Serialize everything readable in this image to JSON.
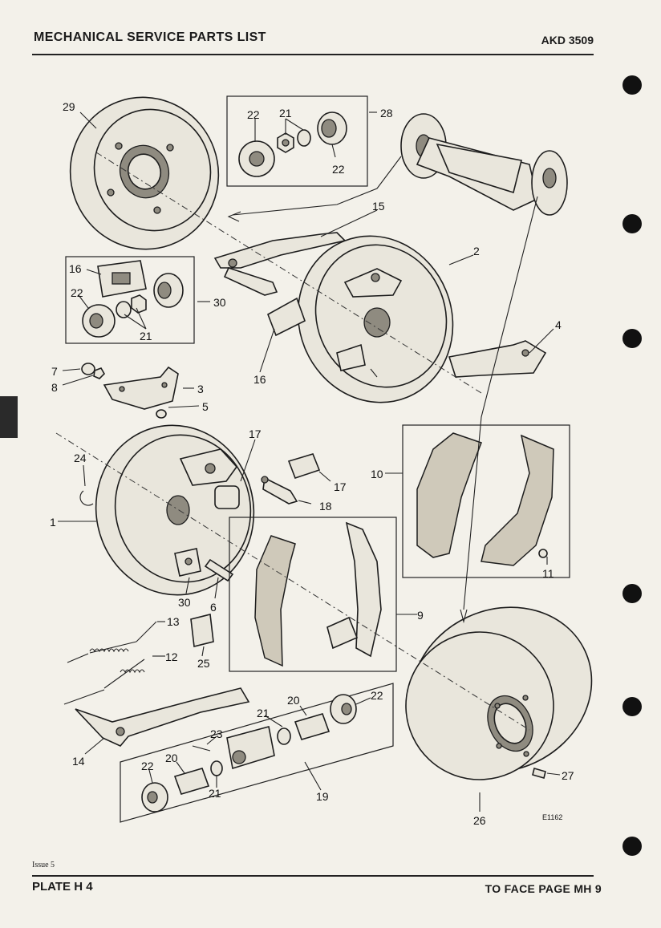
{
  "header": {
    "title": "MECHANICAL SERVICE PARTS LIST",
    "code": "AKD 3509"
  },
  "footer": {
    "issue": "Issue 5",
    "plate": "PLATE H 4",
    "face_page": "TO FACE PAGE MH 9"
  },
  "diagram": {
    "ref": "E1162",
    "callouts": [
      "1",
      "2",
      "3",
      "4",
      "5",
      "6",
      "7",
      "8",
      "9",
      "10",
      "11",
      "12",
      "13",
      "14",
      "15",
      "16",
      "16",
      "17",
      "17",
      "18",
      "19",
      "20",
      "20",
      "21",
      "21",
      "21",
      "22",
      "22",
      "22",
      "22",
      "22",
      "23",
      "24",
      "25",
      "26",
      "27",
      "28",
      "29",
      "30",
      "30"
    ]
  }
}
